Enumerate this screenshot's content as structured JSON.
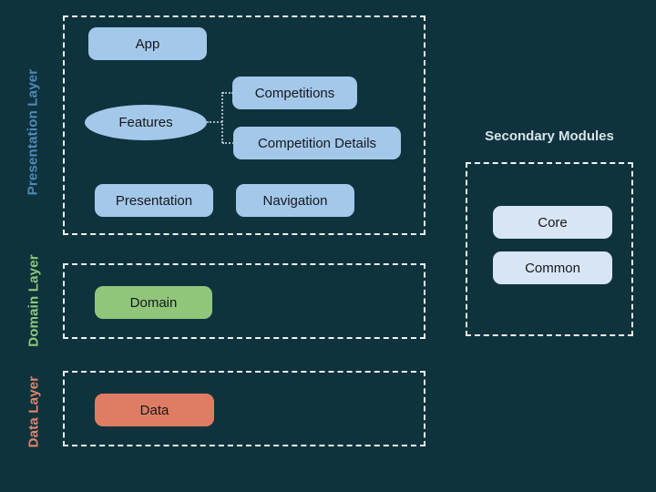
{
  "layers": {
    "presentation": {
      "label": "Presentation Layer",
      "nodes": {
        "app": "App",
        "features": "Features",
        "competitions": "Competitions",
        "competition_details": "Competition Details",
        "presentation": "Presentation",
        "navigation": "Navigation"
      }
    },
    "domain": {
      "label": "Domain Layer",
      "nodes": {
        "domain": "Domain"
      }
    },
    "data": {
      "label": "Data Layer",
      "nodes": {
        "data": "Data"
      }
    }
  },
  "secondary": {
    "title": "Secondary Modules",
    "nodes": {
      "core": "Core",
      "common": "Common"
    }
  },
  "colors": {
    "background": "#0e333d",
    "node_blue": "#a4c8ea",
    "node_light_blue": "#d7e5f4",
    "node_green": "#90c67a",
    "node_salmon": "#df7d64",
    "label_presentation": "#4e8ab8",
    "label_domain": "#8fc77c",
    "label_data": "#e3836c",
    "secondary_title": "#d8e2ea",
    "dashed_border": "#eef4f7",
    "connector": "#d6e4ec",
    "node_text": "#15181c"
  }
}
